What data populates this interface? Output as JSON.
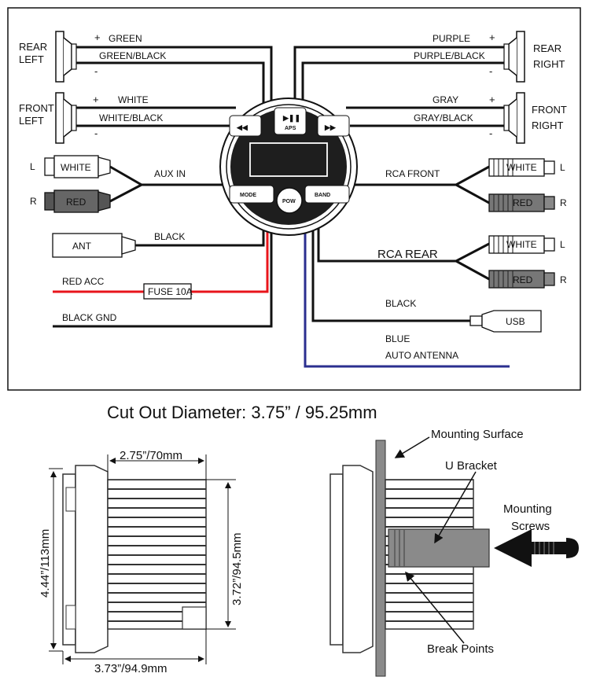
{
  "wiring": {
    "rear_left": {
      "label_line1": "REAR",
      "label_line2": "LEFT",
      "plus": "+",
      "minus": "-",
      "wire_pos": "GREEN",
      "wire_neg": "GREEN/BLACK"
    },
    "front_left": {
      "label_line1": "FRONT",
      "label_line2": "LEFT",
      "plus": "+",
      "minus": "-",
      "wire_pos": "WHITE",
      "wire_neg": "WHITE/BLACK"
    },
    "rear_right": {
      "label_line1": "REAR",
      "label_line2": "RIGHT",
      "plus": "+",
      "minus": "-",
      "wire_pos": "PURPLE",
      "wire_neg": "PURPLE/BLACK"
    },
    "front_right": {
      "label_line1": "FRONT",
      "label_line2": "RIGHT",
      "plus": "+",
      "minus": "-",
      "wire_pos": "GRAY",
      "wire_neg": "GRAY/BLACK"
    },
    "aux_in": {
      "label": "AUX IN",
      "l": "L",
      "r": "R",
      "plug_left": "WHITE",
      "plug_right": "RED"
    },
    "antenna": {
      "plug": "ANT",
      "wire": "BLACK"
    },
    "acc": {
      "wire": "RED  ACC",
      "fuse": "FUSE  10A"
    },
    "ground": {
      "wire": "BLACK  GND"
    },
    "rca_front": {
      "label": "RCA FRONT",
      "plug_left": "WHITE",
      "plug_right": "RED",
      "l": "L",
      "r": "R"
    },
    "rca_rear": {
      "label": "RCA REAR",
      "plug_left": "WHITE",
      "plug_right": "RED",
      "l": "L",
      "r": "R"
    },
    "usb": {
      "wire": "BLACK",
      "plug": "USB"
    },
    "auto_antenna": {
      "wire": "BLUE",
      "label": "AUTO ANTENNA"
    }
  },
  "unit_face": {
    "btn_play": "▶❚❚",
    "btn_aps": "APS",
    "btn_prev": "◀◀",
    "btn_next": "▶▶",
    "btn_mode": "MODE",
    "btn_pow": "POW",
    "btn_band": "BAND"
  },
  "dimensions": {
    "title": "Cut Out Diameter: 3.75” / 95.25mm",
    "depth": "2.75”/70mm",
    "height": "4.44”/113mm",
    "body_diameter": "3.72”/94.5mm",
    "width": "3.73”/94.9mm"
  },
  "mounting": {
    "surface": "Mounting Surface",
    "bracket": "U Bracket",
    "screws_line1": "Mounting",
    "screws_line2": "Screws",
    "break": "Break Points"
  },
  "colors": {
    "acc_wire": "#e8141b",
    "blue_wire": "#2b2f8f",
    "black": "#111111",
    "face_dark": "#1e1e1e"
  }
}
